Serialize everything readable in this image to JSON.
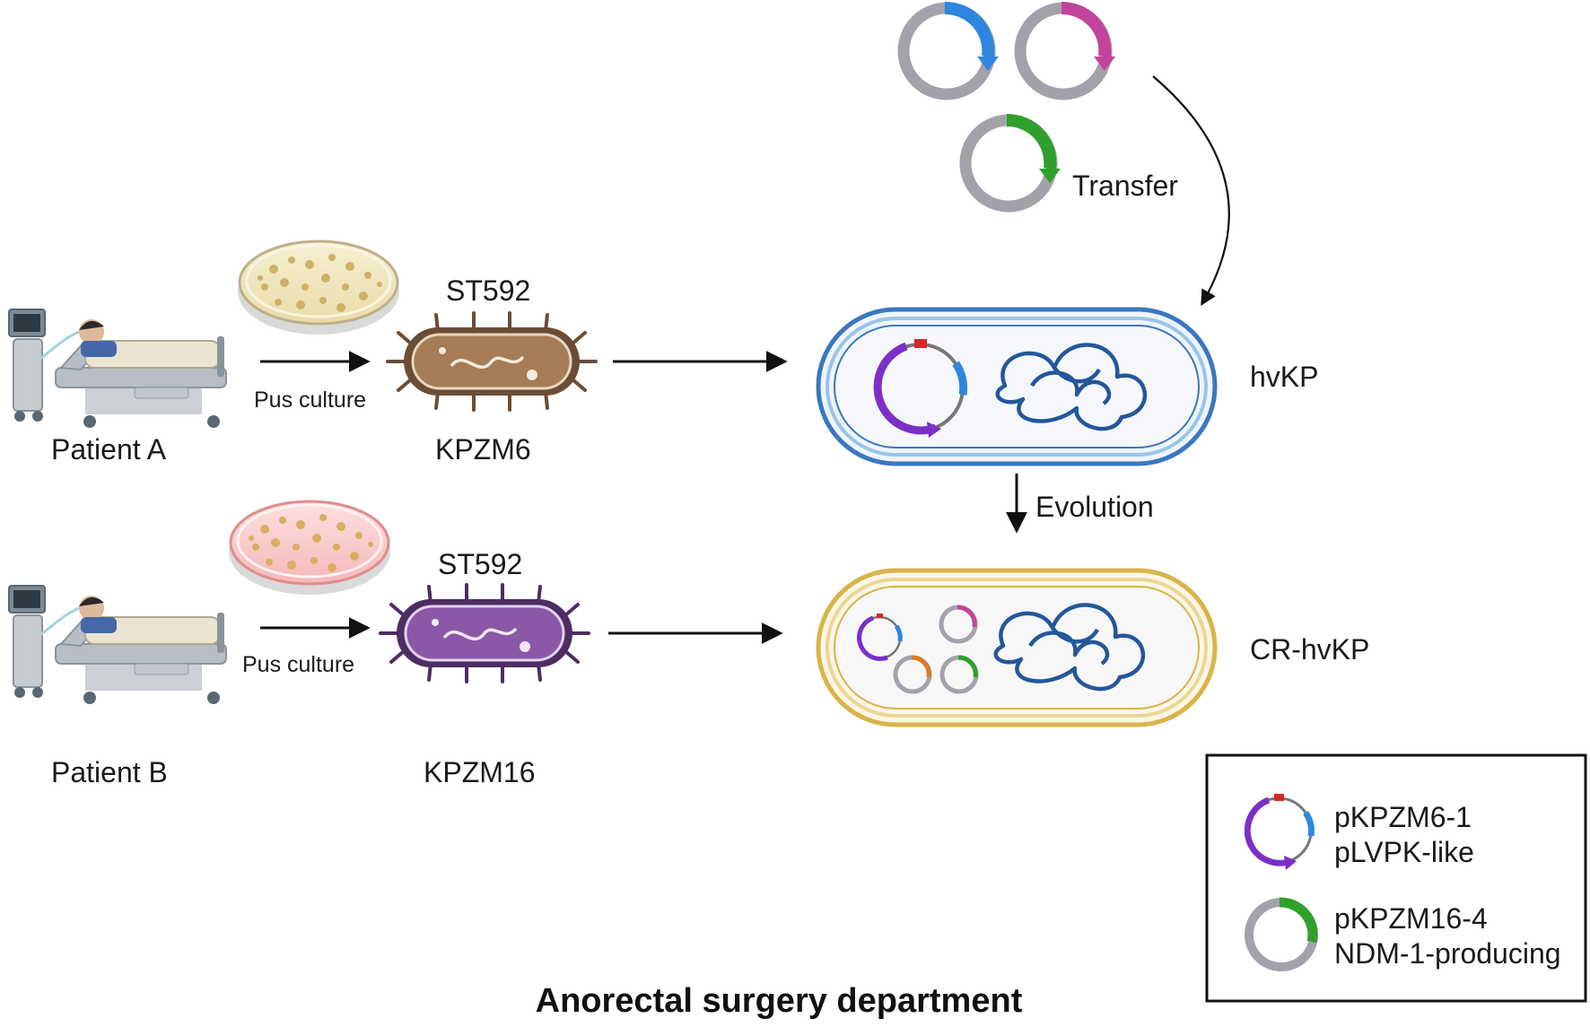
{
  "title": "Anorectal surgery department",
  "patients": [
    {
      "label": "Patient A",
      "culture": "Pus culture",
      "st": "ST592",
      "strain": "KPZM6"
    },
    {
      "label": "Patient B",
      "culture": "Pus culture",
      "st": "ST592",
      "strain": "KPZM16"
    }
  ],
  "transfer_label": "Transfer",
  "evolution_label": "Evolution",
  "cells": {
    "top": "hvKP",
    "bottom": "CR-hvKP"
  },
  "legend": [
    {
      "name": "pKPZM6-1",
      "desc": "pLVPK-like"
    },
    {
      "name": "pKPZM16-4",
      "desc": "NDM-1-producing"
    }
  ],
  "colors": {
    "plasmid_gray": "#a3a2ab",
    "blue": "#2f86de",
    "magenta": "#c2449c",
    "green": "#2ea02b",
    "purple": "#7b2fc7",
    "orange": "#e07b1f",
    "red": "#d62728",
    "hvkp_membrane": "#3b77c1",
    "crhvkp_membrane": "#d8b449",
    "chromosome": "#24579a",
    "bacterium_a": "#a57c56",
    "bacterium_b": "#8a58a6"
  },
  "icons": {
    "patient": "hospital-bed-with-ventilator-icon",
    "dish": "petri-dish-icon",
    "bacterium": "rod-bacterium-icon"
  }
}
